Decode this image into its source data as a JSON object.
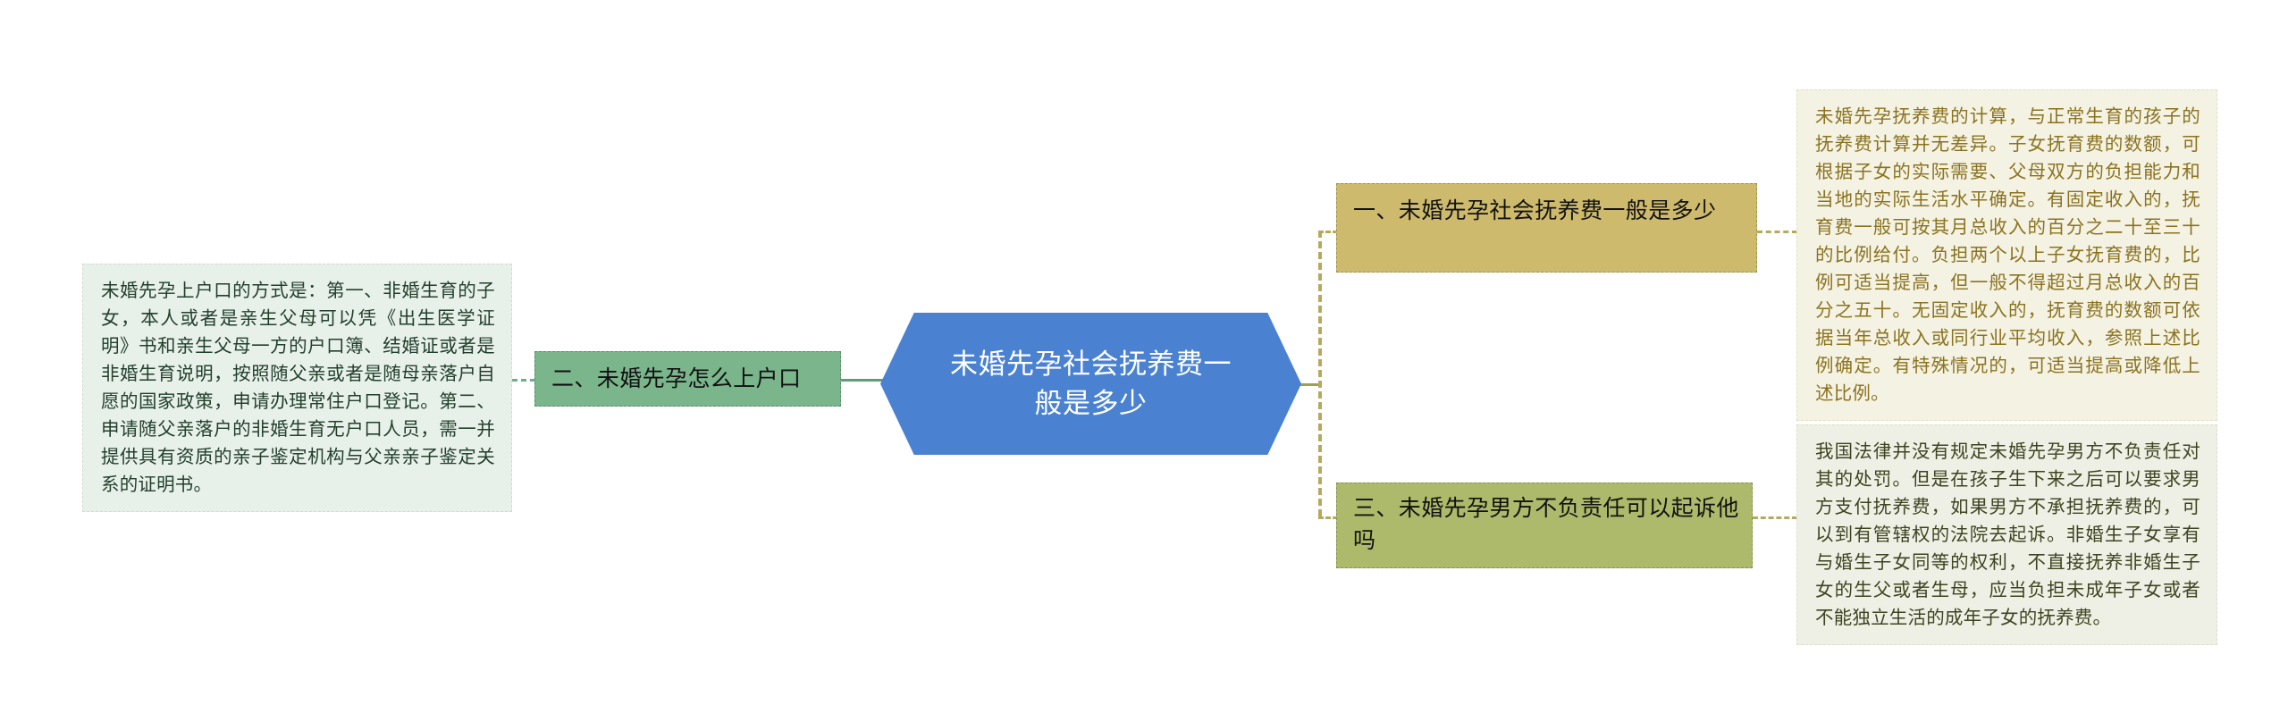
{
  "diagram": {
    "type": "mind-map",
    "orientation": "horizontal",
    "root": {
      "label": "未婚先孕社会抚养费一般是多少",
      "shape": "hexagon",
      "fill": "#4a82d1",
      "text_color": "#ffffff"
    },
    "branches": [
      {
        "id": "branch-one",
        "label": "一、未婚先孕社会抚养费一般是多少",
        "side": "right",
        "order": 1,
        "fill": "#ceba6d",
        "text_color": "#111111",
        "leaf": {
          "id": "leaf-top-right",
          "text": "未婚先孕抚养费的计算，与正常生育的孩子的抚养费计算并无差异。子女抚育费的数额，可根据子女的实际需要、父母双方的负担能力和当地的实际生活水平确定。有固定收入的，抚育费一般可按其月总收入的百分之二十至三十的比例给付。负担两个以上子女抚育费的，比例可适当提高，但一般不得超过月总收入的百分之五十。无固定收入的，抚育费的数额可依据当年总收入或同行业平均收入，参照上述比例确定。有特殊情况的，可适当提高或降低上述比例。",
          "fill": "#f4f2e3",
          "text_color": "#8a7320"
        }
      },
      {
        "id": "branch-two",
        "label": "二、未婚先孕怎么上户口",
        "side": "left",
        "order": 2,
        "fill": "#7ab58c",
        "text_color": "#111111",
        "leaf": {
          "id": "leaf-left",
          "text": "未婚先孕上户口的方式是：第一、非婚生育的子女，本人或者是亲生父母可以凭《出生医学证明》书和亲生父母一方的户口簿、结婚证或者是非婚生育说明，按照随父亲或者是随母亲落户自愿的国家政策，申请办理常住户口登记。第二、申请随父亲落户的非婚生育无户口人员，需一并提供具有资质的亲子鉴定机构与父亲亲子鉴定关系的证明书。",
          "fill": "#e8f0ea",
          "text_color": "#22402c"
        }
      },
      {
        "id": "branch-three",
        "label": "三、未婚先孕男方不负责任可以起诉他吗",
        "side": "right",
        "order": 3,
        "fill": "#aeba6b",
        "text_color": "#111111",
        "leaf": {
          "id": "leaf-bottom-right",
          "text": "我国法律并没有规定未婚先孕男方不负责任对其的处罚。但是在孩子生下来之后可以要求男方支付抚养费，如果男方不承担抚养费的，可以到有管辖权的法院去起诉。非婚生子女享有与婚生子女同等的权利，不直接抚养非婚生子女的生父或者生母，应当负担未成年子女或者不能独立生活的成年子女的抚养费。",
          "fill": "#eef0e5",
          "text_color": "#3e4420"
        }
      }
    ],
    "connector_colors": {
      "left_solid": "#5f9e77",
      "left_dashed": "#6fae86",
      "right_solid": "#9aa05a",
      "right_dashed": "#b5a95e"
    }
  }
}
